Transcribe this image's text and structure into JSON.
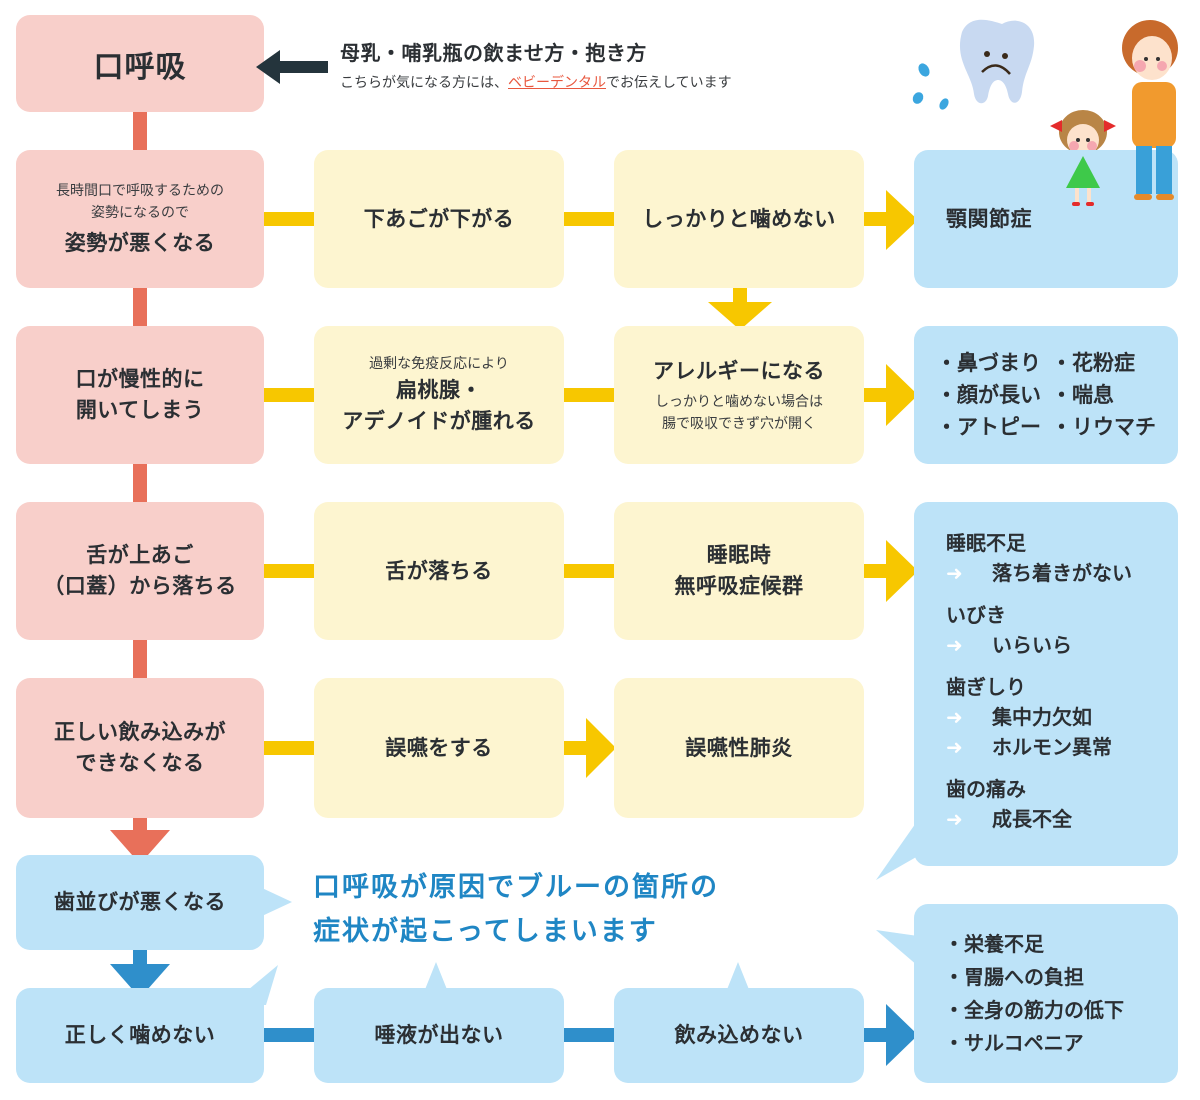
{
  "header": {
    "title": "母乳・哺乳瓶の飲ませ方・抱き方",
    "subtitle_prefix": "こちらが気になる方には、",
    "subtitle_link": "ベビーデンタル",
    "subtitle_suffix": "でお伝えしています"
  },
  "colors": {
    "cause": "#f8cfca",
    "intermediate": "#fdf5d0",
    "symptom": "#bde3f8",
    "cause_connector": "#e8705a",
    "intermediate_connector": "#f7c700",
    "symptom_connector": "#2f8fcb",
    "callout_text": "#1f86c4",
    "link": "#e8573e"
  },
  "root": {
    "label": "口呼吸"
  },
  "rows": [
    {
      "cause": {
        "note": [
          "長時間口で呼吸するための",
          "姿勢になるので"
        ],
        "label": "姿勢が悪くなる"
      },
      "step1": {
        "label": "下あごが下がる"
      },
      "step2": {
        "label": "しっかりと噛めない"
      },
      "result": {
        "label": "顎関節症"
      }
    },
    {
      "cause": {
        "label_lines": [
          "口が慢性的に",
          "開いてしまう"
        ]
      },
      "step1": {
        "note": "過剰な免疫反応により",
        "label_lines": [
          "扁桃腺・",
          "アデノイドが腫れる"
        ]
      },
      "step2": {
        "label": "アレルギーになる",
        "note_lines": [
          "しっかりと噛めない場合は",
          "腸で吸収できず穴が開く"
        ]
      },
      "result": {
        "items": [
          "・鼻づまり",
          "・花粉症",
          "・顔が長い",
          "・喘息",
          "・アトピー",
          "・リウマチ"
        ]
      }
    },
    {
      "cause": {
        "label_lines": [
          "舌が上あご",
          "（口蓋）から落ちる"
        ]
      },
      "step1": {
        "label": "舌が落ちる"
      },
      "step2": {
        "label_lines": [
          "睡眠時",
          "無呼吸症候群"
        ]
      }
    },
    {
      "cause": {
        "label_lines": [
          "正しい飲み込みが",
          "できなくなる"
        ]
      },
      "step1": {
        "label": "誤嚥をする"
      },
      "step2": {
        "label": "誤嚥性肺炎"
      }
    }
  ],
  "sleep_symptoms": [
    {
      "cause": "睡眠不足",
      "effects": [
        "落ち着きがない"
      ]
    },
    {
      "cause": "いびき",
      "effects": [
        "いらいら"
      ]
    },
    {
      "cause": "歯ぎしり",
      "effects": [
        "集中力欠如",
        "ホルモン異常"
      ]
    },
    {
      "cause": "歯の痛み",
      "effects": [
        "成長不全"
      ]
    }
  ],
  "blue_chain": {
    "teeth": "歯並びが悪くなる",
    "chew": "正しく噛めない",
    "saliva": "唾液が出ない",
    "swallow": "飲み込めない",
    "results": [
      "・栄養不足",
      "・胃腸への負担",
      "・全身の筋力の低下",
      "・サルコペニア"
    ]
  },
  "callout": {
    "lines": [
      "口呼吸が原因でブルーの箇所の",
      "症状が起こってしまいます"
    ]
  },
  "illustrations": [
    "sad-tooth",
    "worried-mother",
    "worried-girl"
  ]
}
